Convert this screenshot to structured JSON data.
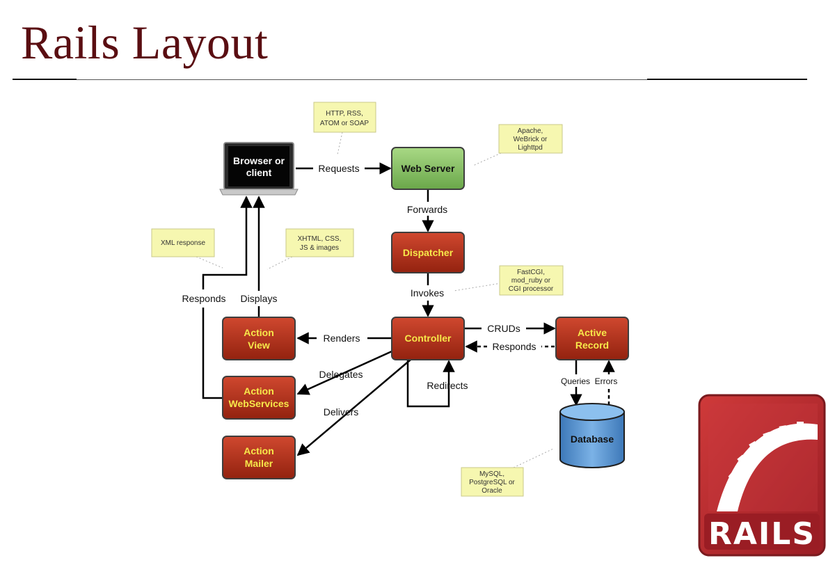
{
  "slide": {
    "title": "Rails Layout"
  },
  "nodes": {
    "browser": {
      "line1": "Browser or",
      "line2": "client"
    },
    "web_server": "Web Server",
    "dispatcher": "Dispatcher",
    "controller": "Controller",
    "active_record": {
      "line1": "Active",
      "line2": "Record"
    },
    "action_view": {
      "line1": "Action",
      "line2": "View"
    },
    "action_webservices": {
      "line1": "Action",
      "line2": "WebServices"
    },
    "action_mailer": {
      "line1": "Action",
      "line2": "Mailer"
    },
    "database": "Database"
  },
  "edges": {
    "requests": "Requests",
    "forwards": "Forwards",
    "invokes": "Invokes",
    "cruds": "CRUDs",
    "responds_ar": "Responds",
    "renders": "Renders",
    "delegates": "Delegates",
    "delivers": "Delivers",
    "redirects": "Redirects",
    "queries": "Queries",
    "errors": "Errors",
    "responds": "Responds",
    "displays": "Displays"
  },
  "notes": {
    "protocols": [
      "HTTP, RSS,",
      "ATOM or SOAP"
    ],
    "servers": [
      "Apache,",
      "WeBrick or",
      "Lighttpd"
    ],
    "xml_response": [
      "XML response"
    ],
    "assets": [
      "XHTML, CSS,",
      "JS & images"
    ],
    "processors": [
      "FastCGI,",
      "mod_ruby or",
      "CGI processor"
    ],
    "databases": [
      "MySQL,",
      "PostgreSQL or",
      "Oracle"
    ]
  },
  "logo": {
    "text": "RAILS"
  },
  "colors": {
    "title": "#5a0e12",
    "red_node": "#b8321f",
    "green_node": "#8cc269",
    "note_fill": "#f6f7b0",
    "database": "#4f8fcd",
    "logo_bg": "#b5272d",
    "node_text_yellow": "#f7e84a"
  }
}
